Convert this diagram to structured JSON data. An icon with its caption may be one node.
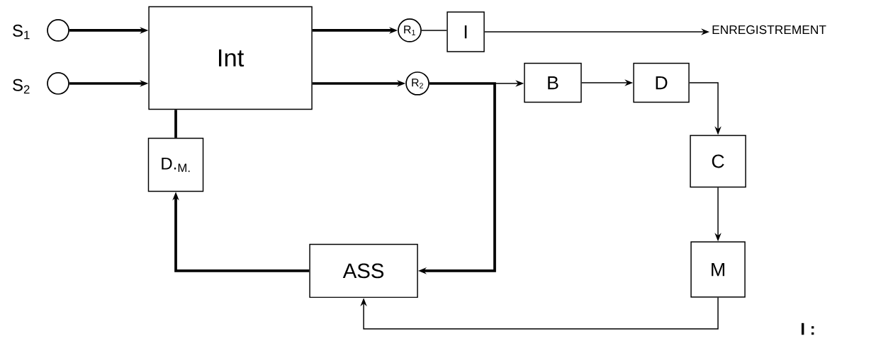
{
  "diagram": {
    "nodes": [
      {
        "text": [],
        "shape": "circle",
        "beside": [
          "S$_{1}$"
        ]
      },
      {
        "text": [],
        "shape": "circle",
        "beside": [
          "S$_{2}$"
        ]
      },
      {
        "text": [
          "Int"
        ]
      },
      {
        "text": [
          "R$_{1}$"
        ]
      },
      {
        "text": [
          "I"
        ]
      },
      {
        "text": [
          "ENREGISTREMENT"
        ]
      },
      {
        "text": [
          "R$_{2}$"
        ]
      },
      {
        "text": [
          "B"
        ]
      },
      {
        "text": [
          "D"
        ]
      },
      {
        "text": [
          "C"
        ]
      },
      {
        "text": [
          "M"
        ]
      },
      {
        "text": [
          "D.$_{M.}$"
        ]
      },
      {
        "text": [
          "ASS"
        ]
      }
    ],
    "edges": [
      {
        "from": 0,
        "to": 2,
        "arrow": "to",
        "style": "thick"
      },
      {
        "from": 1,
        "to": 2,
        "arrow": "to",
        "style": "thick"
      },
      {
        "from": 2,
        "to": 3,
        "arrow": "to",
        "style": "thick"
      },
      {
        "from": 2,
        "to": 6,
        "arrow": "to",
        "style": "thick"
      },
      {
        "from": 3,
        "to": 4,
        "arrow": "none"
      },
      {
        "from": 4,
        "to": 5,
        "arrow": "to"
      },
      {
        "from": 6,
        "to": 7,
        "arrow": "to"
      },
      {
        "from": 7,
        "to": 8,
        "arrow": "to"
      },
      {
        "from": 8,
        "to": 9,
        "arrow": "to"
      },
      {
        "from": 9,
        "to": 10,
        "arrow": "to"
      },
      {
        "from": 10,
        "to": 12,
        "arrow": "to"
      },
      {
        "from": 6,
        "to": 12,
        "arrow": "to",
        "style": "thick"
      },
      {
        "from": 12,
        "to": 11,
        "arrow": "to",
        "style": "thick"
      },
      {
        "from": 11,
        "to": 2,
        "arrow": "none",
        "style": "thick"
      }
    ],
    "labels": [
      "I :"
    ]
  }
}
